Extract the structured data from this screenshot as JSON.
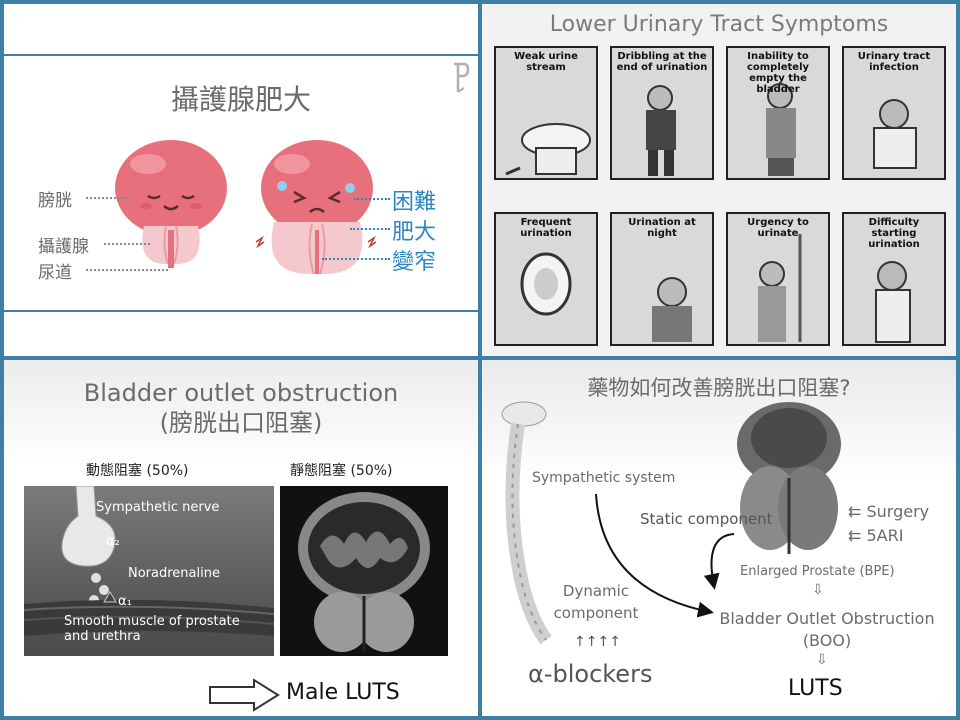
{
  "panel1": {
    "title": "攝護腺肥大",
    "labels_left": [
      "膀胱",
      "攝護腺",
      "尿道"
    ],
    "labels_right": [
      "困難",
      "肥大",
      "變窄"
    ]
  },
  "panel2": {
    "title": "Lower Urinary Tract Symptoms",
    "comics": [
      "Weak urine stream",
      "Dribbling at the end of urination",
      "Inability to completely empty the bladder",
      "Urinary tract infection",
      "Frequent urination",
      "Urination at night",
      "Urgency to urinate",
      "Difficulty starting urination"
    ]
  },
  "panel3": {
    "title_line1": "Bladder outlet obstruction",
    "title_line2": "(膀胱出口阻塞)",
    "dynamic_label": "動態阻塞 (50%)",
    "static_label": "靜態阻塞 (50%)",
    "sympathetic_nerve": "Sympathetic nerve",
    "alpha2": "α₂",
    "noradrenaline": "Noradrenaline",
    "alpha1": "α₁",
    "smooth_muscle": "Smooth muscle of prostate and urethra",
    "result": "Male LUTS"
  },
  "panel4": {
    "title": "藥物如何改善膀胱出口阻塞?",
    "sympathetic_system": "Sympathetic system",
    "static_component": "Static component",
    "surgery": "Surgery",
    "five_ari": "5ARI",
    "enlarged_prostate": "Enlarged Prostate (BPE)",
    "dynamic_component": "Dynamic component",
    "boo_line1": "Bladder Outlet Obstruction",
    "boo_line2": "(BOO)",
    "arrows_up": "↑↑↑↑",
    "alpha_blockers": "α-blockers",
    "luts": "LUTS"
  }
}
